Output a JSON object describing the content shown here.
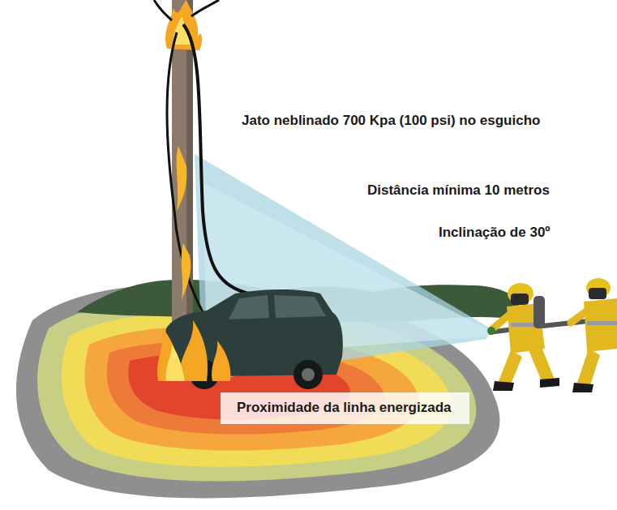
{
  "diagram": {
    "nodes": [
      {
        "text": [
          "Proximidade da linha energizada"
        ]
      }
    ],
    "labels": [
      "Jato neblinado 700 Kpa (100 psi) no esguicho",
      "Distância mínima 10 metros",
      "Inclinação de 30º"
    ]
  }
}
